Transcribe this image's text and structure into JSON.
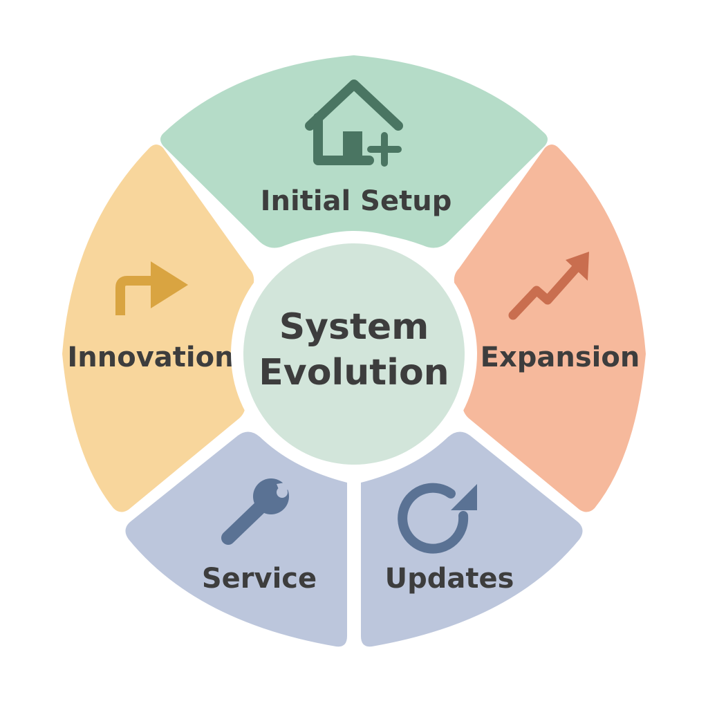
{
  "center": {
    "line1": "System",
    "line2": "Evolution",
    "color": "#d2e5da"
  },
  "segments": [
    {
      "id": "initial-setup",
      "label": "Initial Setup",
      "icon": "house-plus-icon",
      "fill": "#b5dcc8",
      "icon_color": "#4a7562"
    },
    {
      "id": "expansion",
      "label": "Expansion",
      "icon": "trend-up-arrow-icon",
      "fill": "#f6b99c",
      "icon_color": "#c96e4f"
    },
    {
      "id": "updates",
      "label": "Updates",
      "icon": "refresh-icon",
      "fill": "#bcc6dc",
      "icon_color": "#5a7294"
    },
    {
      "id": "service",
      "label": "Service",
      "icon": "wrench-icon",
      "fill": "#bcc6dc",
      "icon_color": "#5a7294"
    },
    {
      "id": "innovation",
      "label": "Innovation",
      "icon": "forward-arrow-icon",
      "fill": "#f8d69c",
      "icon_color": "#d9a441"
    }
  ]
}
